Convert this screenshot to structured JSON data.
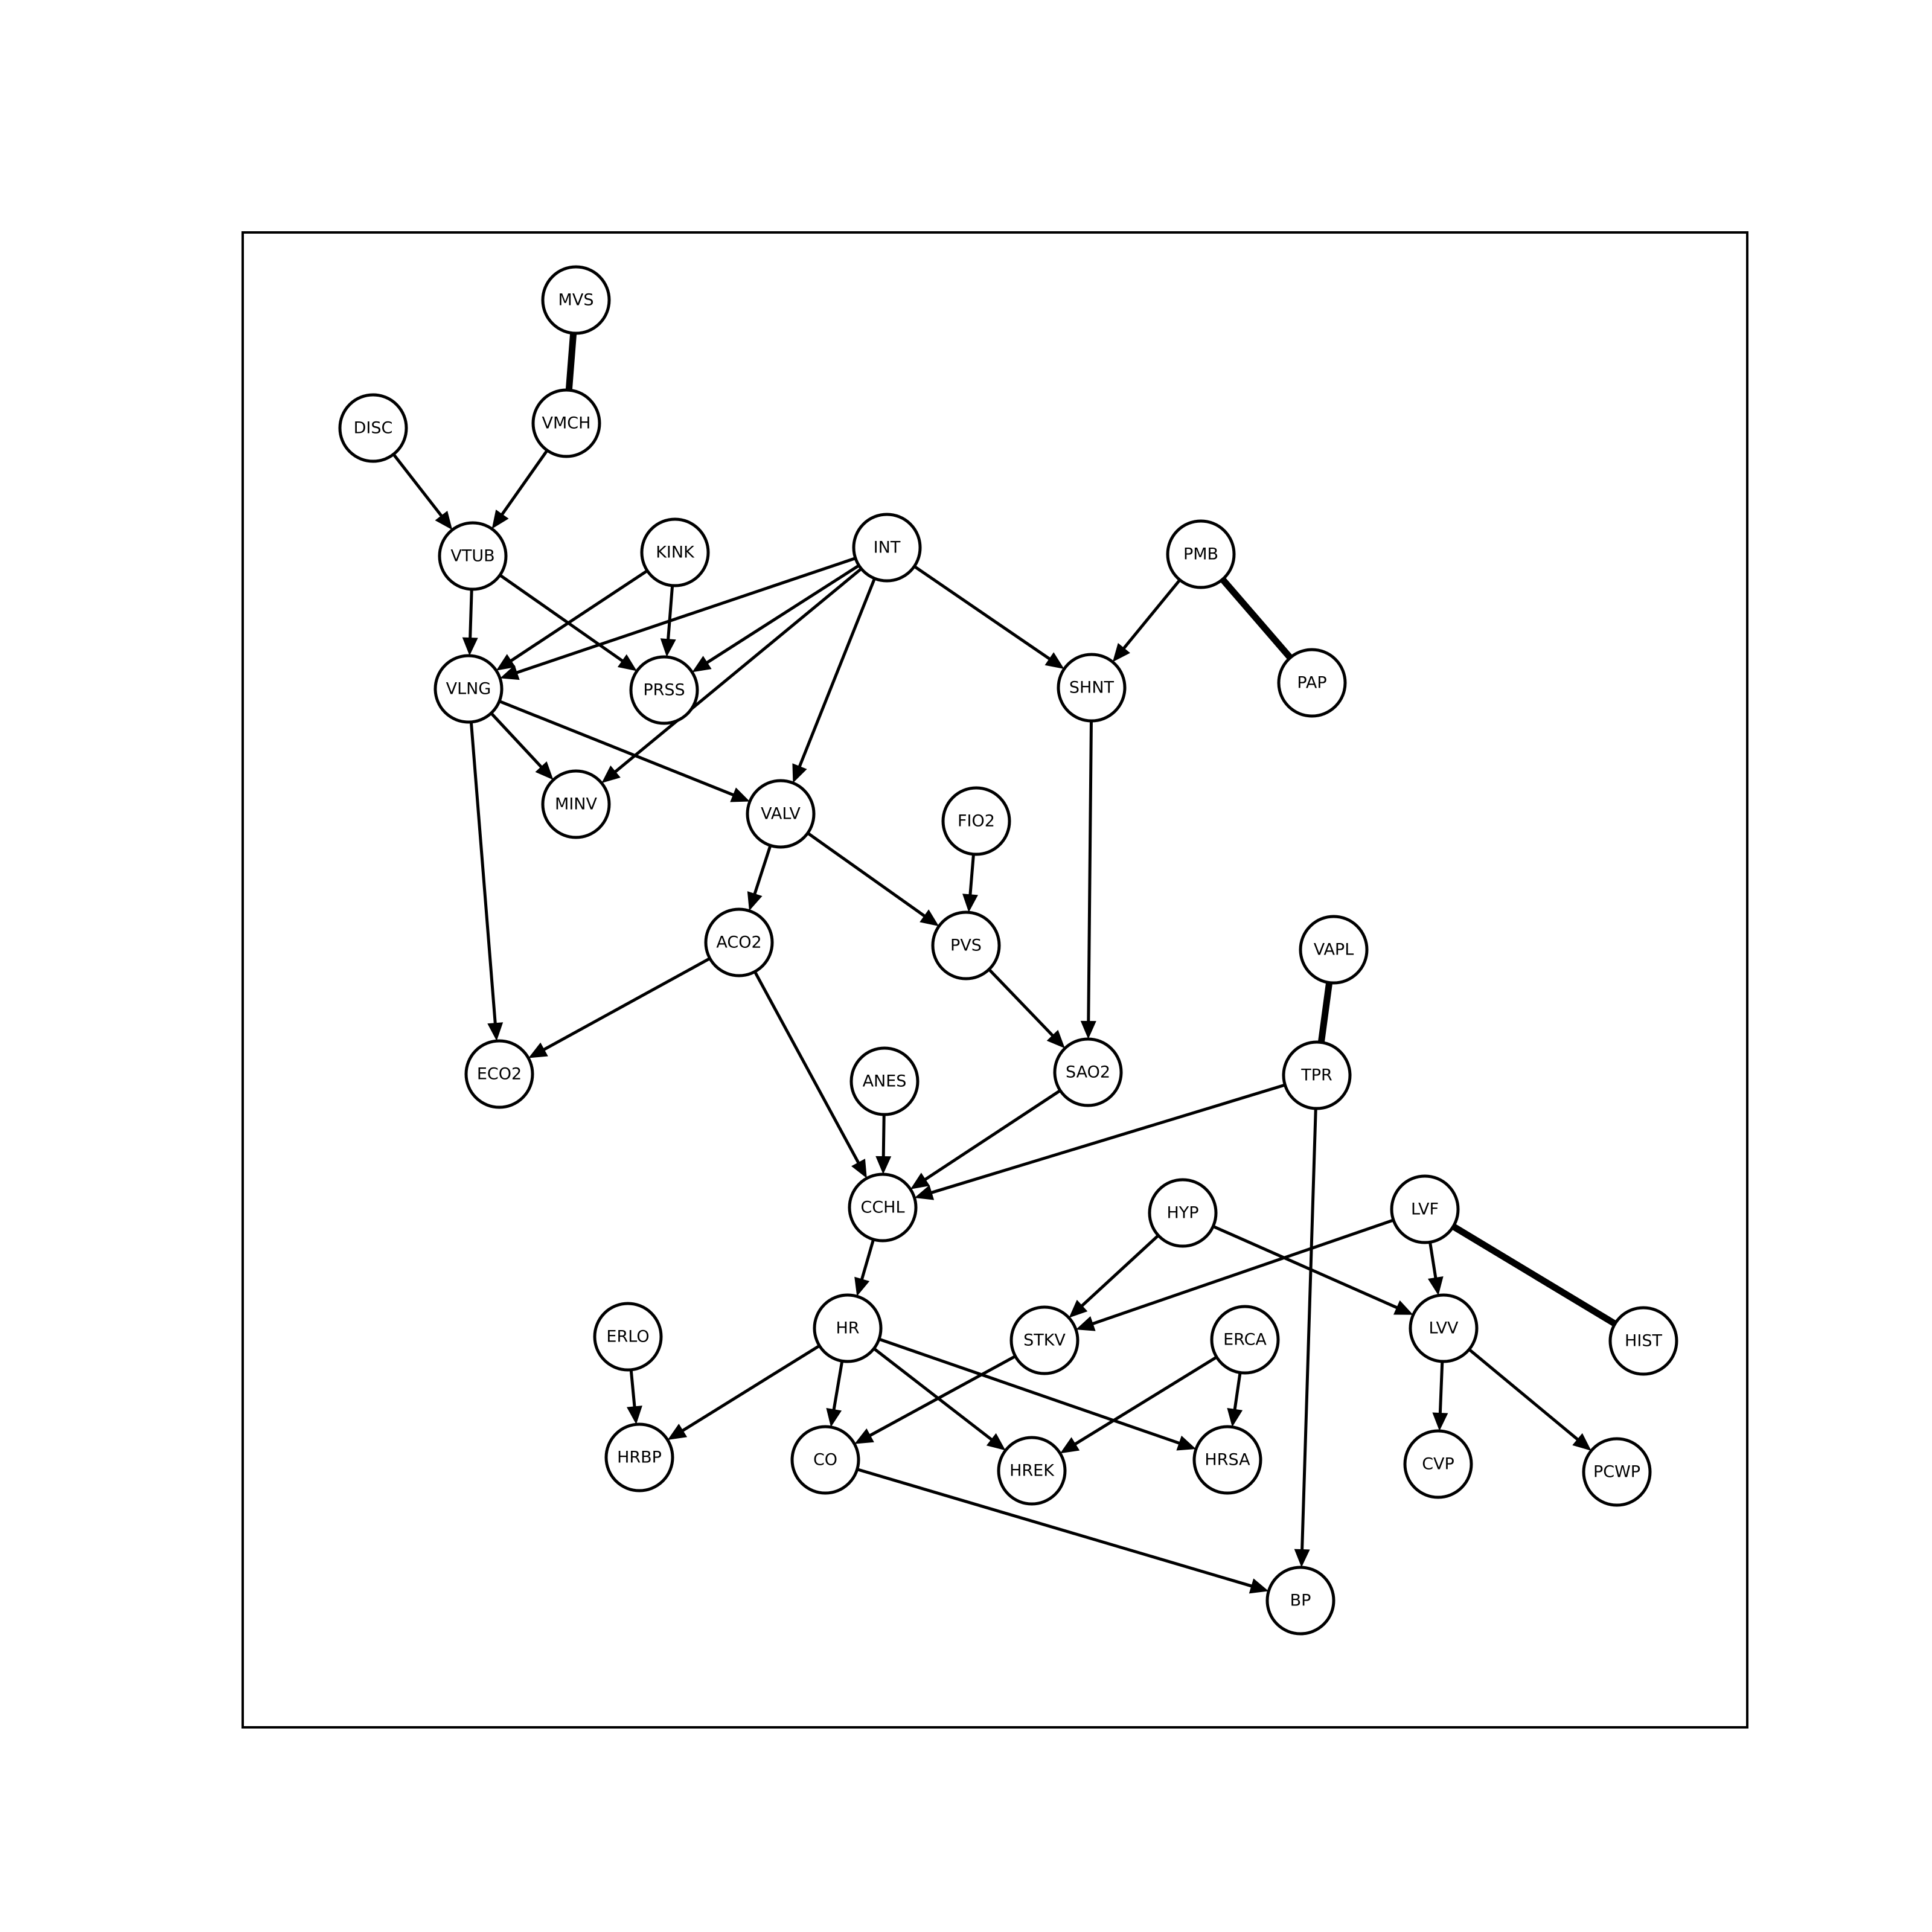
{
  "nodes": [
    {
      "id": "MVS",
      "label": "MVS"
    },
    {
      "id": "DISC",
      "label": "DISC"
    },
    {
      "id": "VMCH",
      "label": "VMCH"
    },
    {
      "id": "VTUB",
      "label": "VTUB"
    },
    {
      "id": "KINK",
      "label": "KINK"
    },
    {
      "id": "INT",
      "label": "INT"
    },
    {
      "id": "PMB",
      "label": "PMB"
    },
    {
      "id": "VLNG",
      "label": "VLNG"
    },
    {
      "id": "PRSS",
      "label": "PRSS"
    },
    {
      "id": "SHNT",
      "label": "SHNT"
    },
    {
      "id": "PAP",
      "label": "PAP"
    },
    {
      "id": "MINV",
      "label": "MINV"
    },
    {
      "id": "VALV",
      "label": "VALV"
    },
    {
      "id": "FIO2",
      "label": "FIO2"
    },
    {
      "id": "ACO2",
      "label": "ACO2"
    },
    {
      "id": "PVS",
      "label": "PVS"
    },
    {
      "id": "VAPL",
      "label": "VAPL"
    },
    {
      "id": "ECO2",
      "label": "ECO2"
    },
    {
      "id": "ANES",
      "label": "ANES"
    },
    {
      "id": "SAO2",
      "label": "SAO2"
    },
    {
      "id": "TPR",
      "label": "TPR"
    },
    {
      "id": "CCHL",
      "label": "CCHL"
    },
    {
      "id": "HYP",
      "label": "HYP"
    },
    {
      "id": "LVF",
      "label": "LVF"
    },
    {
      "id": "ERLO",
      "label": "ERLO"
    },
    {
      "id": "HR",
      "label": "HR"
    },
    {
      "id": "STKV",
      "label": "STKV"
    },
    {
      "id": "ERCA",
      "label": "ERCA"
    },
    {
      "id": "LVV",
      "label": "LVV"
    },
    {
      "id": "HIST",
      "label": "HIST"
    },
    {
      "id": "HRBP",
      "label": "HRBP"
    },
    {
      "id": "CO",
      "label": "CO"
    },
    {
      "id": "HREK",
      "label": "HREK"
    },
    {
      "id": "HRSA",
      "label": "HRSA"
    },
    {
      "id": "CVP",
      "label": "CVP"
    },
    {
      "id": "PCWP",
      "label": "PCWP"
    },
    {
      "id": "BP",
      "label": "BP"
    }
  ],
  "edges": [
    {
      "from": "MVS",
      "to": "VMCH",
      "directed": false
    },
    {
      "from": "DISC",
      "to": "VTUB",
      "directed": true
    },
    {
      "from": "VMCH",
      "to": "VTUB",
      "directed": true
    },
    {
      "from": "VTUB",
      "to": "VLNG",
      "directed": true
    },
    {
      "from": "VTUB",
      "to": "PRSS",
      "directed": true
    },
    {
      "from": "KINK",
      "to": "VLNG",
      "directed": true
    },
    {
      "from": "KINK",
      "to": "PRSS",
      "directed": true
    },
    {
      "from": "INT",
      "to": "VLNG",
      "directed": true
    },
    {
      "from": "INT",
      "to": "PRSS",
      "directed": true
    },
    {
      "from": "INT",
      "to": "MINV",
      "directed": true
    },
    {
      "from": "INT",
      "to": "VALV",
      "directed": true
    },
    {
      "from": "INT",
      "to": "SHNT",
      "directed": true
    },
    {
      "from": "PMB",
      "to": "SHNT",
      "directed": true
    },
    {
      "from": "PMB",
      "to": "PAP",
      "directed": false
    },
    {
      "from": "VLNG",
      "to": "MINV",
      "directed": true
    },
    {
      "from": "VLNG",
      "to": "VALV",
      "directed": true
    },
    {
      "from": "VLNG",
      "to": "ECO2",
      "directed": true
    },
    {
      "from": "VALV",
      "to": "ACO2",
      "directed": true
    },
    {
      "from": "VALV",
      "to": "PVS",
      "directed": true
    },
    {
      "from": "FIO2",
      "to": "PVS",
      "directed": true
    },
    {
      "from": "SHNT",
      "to": "SAO2",
      "directed": true
    },
    {
      "from": "PVS",
      "to": "SAO2",
      "directed": true
    },
    {
      "from": "ACO2",
      "to": "ECO2",
      "directed": true
    },
    {
      "from": "ACO2",
      "to": "CCHL",
      "directed": true
    },
    {
      "from": "ANES",
      "to": "CCHL",
      "directed": true
    },
    {
      "from": "SAO2",
      "to": "CCHL",
      "directed": true
    },
    {
      "from": "TPR",
      "to": "CCHL",
      "directed": true
    },
    {
      "from": "VAPL",
      "to": "TPR",
      "directed": false
    },
    {
      "from": "TPR",
      "to": "BP",
      "directed": true
    },
    {
      "from": "CCHL",
      "to": "HR",
      "directed": true
    },
    {
      "from": "HYP",
      "to": "STKV",
      "directed": true
    },
    {
      "from": "HYP",
      "to": "LVV",
      "directed": true
    },
    {
      "from": "LVF",
      "to": "STKV",
      "directed": true
    },
    {
      "from": "LVF",
      "to": "LVV",
      "directed": true
    },
    {
      "from": "LVF",
      "to": "HIST",
      "directed": false
    },
    {
      "from": "ERLO",
      "to": "HRBP",
      "directed": true
    },
    {
      "from": "HR",
      "to": "HRBP",
      "directed": true
    },
    {
      "from": "HR",
      "to": "CO",
      "directed": true
    },
    {
      "from": "HR",
      "to": "HREK",
      "directed": true
    },
    {
      "from": "HR",
      "to": "HRSA",
      "directed": true
    },
    {
      "from": "STKV",
      "to": "CO",
      "directed": true
    },
    {
      "from": "ERCA",
      "to": "HREK",
      "directed": true
    },
    {
      "from": "ERCA",
      "to": "HRSA",
      "directed": true
    },
    {
      "from": "LVV",
      "to": "CVP",
      "directed": true
    },
    {
      "from": "LVV",
      "to": "PCWP",
      "directed": true
    },
    {
      "from": "CO",
      "to": "BP",
      "directed": true
    }
  ]
}
